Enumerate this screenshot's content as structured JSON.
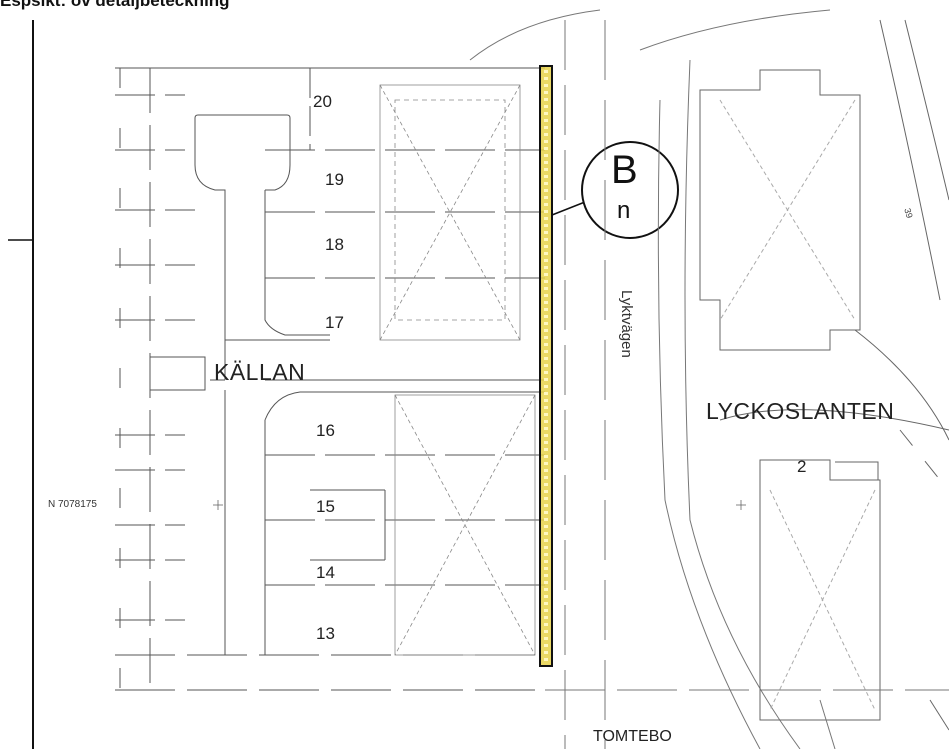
{
  "map": {
    "heading": "Espsikt: ov detaljbeteckning",
    "blocks": {
      "kallan": "KÄLLAN",
      "lyckoslanten": "LYCKOSLANTEN",
      "tomtebo": "TOMTEBO"
    },
    "street": "Lyktvägen",
    "lots": [
      "20",
      "19",
      "18",
      "17",
      "16",
      "15",
      "14",
      "13"
    ],
    "lot_lyckoslanten": "2",
    "coordinate": "N 7078175",
    "contour": "39",
    "marker": {
      "letter": "B",
      "sub": "n"
    },
    "colors": {
      "highlight": "#e8d24a",
      "boundary": "#111111",
      "lines": "#555555"
    }
  }
}
